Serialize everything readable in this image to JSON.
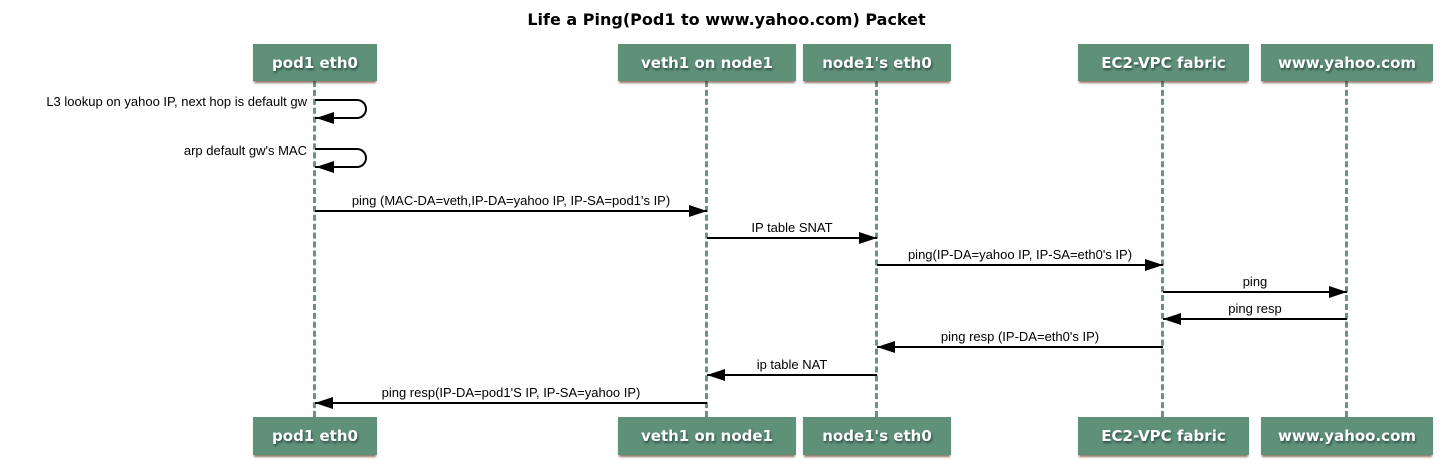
{
  "title": "Life a Ping(Pod1 to www.yahoo.com) Packet",
  "diagram_type": "sequence",
  "participants": [
    {
      "id": "pod1-eth0",
      "label": "pod1 eth0"
    },
    {
      "id": "veth1-on-node1",
      "label": "veth1 on node1"
    },
    {
      "id": "node1s-eth0",
      "label": "node1's eth0"
    },
    {
      "id": "ec2-vpc-fabric",
      "label": "EC2-VPC fabric"
    },
    {
      "id": "www-yahoo-com",
      "label": "www.yahoo.com"
    }
  ],
  "messages": [
    {
      "type": "self",
      "from": "pod1 eth0",
      "to": "pod1 eth0",
      "label": "L3 lookup on yahoo IP, next hop is default gw"
    },
    {
      "type": "self",
      "from": "pod1 eth0",
      "to": "pod1 eth0",
      "label": "arp default gw's MAC"
    },
    {
      "type": "solid",
      "from": "pod1 eth0",
      "to": "veth1 on node1",
      "label": "ping (MAC-DA=veth,IP-DA=yahoo IP, IP-SA=pod1's IP)"
    },
    {
      "type": "solid",
      "from": "veth1 on node1",
      "to": "node1's eth0",
      "label": "IP table SNAT"
    },
    {
      "type": "solid",
      "from": "node1's eth0",
      "to": "EC2-VPC fabric",
      "label": "ping(IP-DA=yahoo IP, IP-SA=eth0's IP)"
    },
    {
      "type": "solid",
      "from": "EC2-VPC fabric",
      "to": "www.yahoo.com",
      "label": "ping"
    },
    {
      "type": "solid",
      "from": "www.yahoo.com",
      "to": "EC2-VPC fabric",
      "label": "ping resp"
    },
    {
      "type": "solid",
      "from": "EC2-VPC fabric",
      "to": "node1's eth0",
      "label": "ping resp (IP-DA=eth0's IP)"
    },
    {
      "type": "solid",
      "from": "node1's eth0",
      "to": "veth1 on node1",
      "label": "ip table NAT"
    },
    {
      "type": "solid",
      "from": "veth1 on node1",
      "to": "pod1 eth0",
      "label": "ping resp(IP-DA=pod1'S IP, IP-SA=yahoo IP)"
    }
  ],
  "colors": {
    "actor_fill": "#5f9179",
    "actor_text": "#ffffff",
    "lifeline": "#6b9381",
    "arrow": "#000000",
    "message_text": "#000000",
    "background": "#ffffff"
  }
}
